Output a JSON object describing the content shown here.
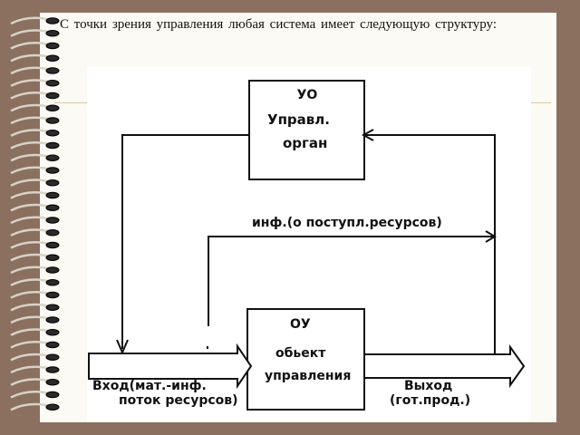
{
  "intro": {
    "text": "С точки зрения управления любая система имеет следующую структуру:"
  },
  "diagram": {
    "top_block": {
      "code": "УО",
      "name_line1": "Управл.",
      "name_line2": "орган"
    },
    "bottom_block": {
      "code": "ОУ",
      "name_line1": "обьект",
      "name_line2": "управления"
    },
    "feedback_label": "инф.(о поступл.ресурсов)",
    "input_label_line1": "Вход(мат.-инф.",
    "input_label_line2": "поток ресурсов)",
    "output_label_line1": "Выход",
    "output_label_line2": "(гот.прод.)"
  },
  "colors": {
    "background": "#8b705f",
    "slide": "#fbfaf4",
    "ink": "#111111"
  }
}
